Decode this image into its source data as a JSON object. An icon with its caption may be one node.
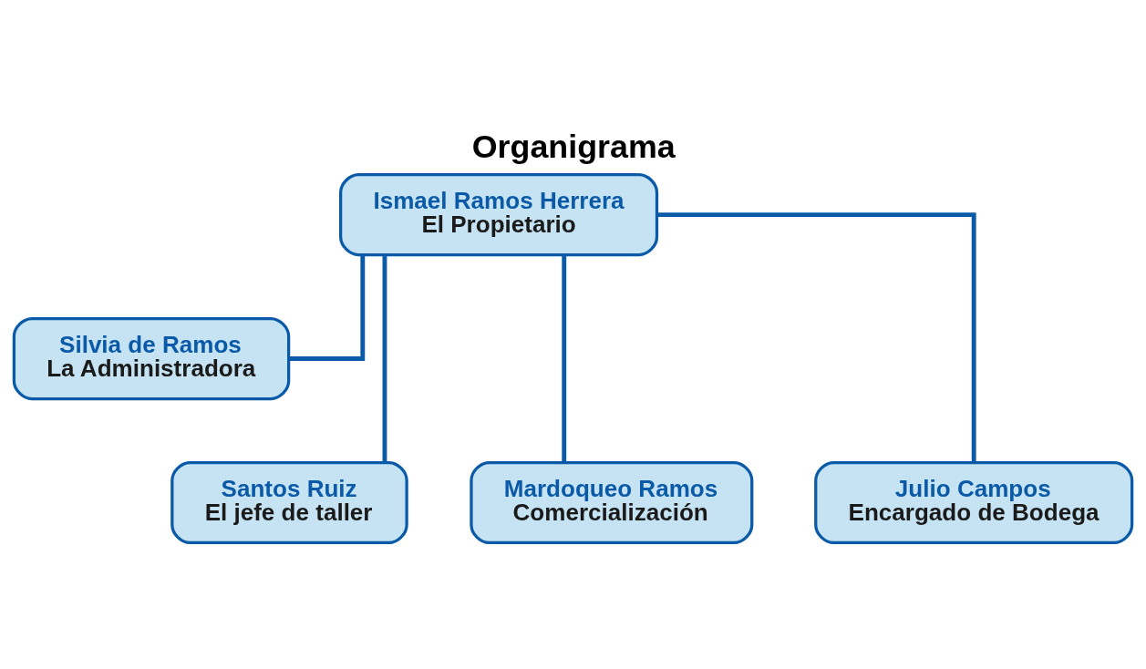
{
  "diagram": {
    "title": "Organigrama",
    "nodes": [
      {
        "text": [
          "Ismael Ramos Herrera",
          "El Propietario"
        ]
      },
      {
        "text": [
          "Silvia de Ramos",
          "La Administradora"
        ]
      },
      {
        "text": [
          "Santos Ruiz",
          "El jefe de taller"
        ]
      },
      {
        "text": [
          "Mardoqueo Ramos",
          "Comercialización"
        ]
      },
      {
        "text": [
          "Julio Campos",
          "Encargado de Bodega"
        ]
      }
    ],
    "edges": [
      {
        "from": 0,
        "to": 1,
        "arrow": "none"
      },
      {
        "from": 0,
        "to": 2,
        "arrow": "none"
      },
      {
        "from": 0,
        "to": 3,
        "arrow": "none"
      },
      {
        "from": 0,
        "to": 4,
        "arrow": "none"
      }
    ]
  }
}
